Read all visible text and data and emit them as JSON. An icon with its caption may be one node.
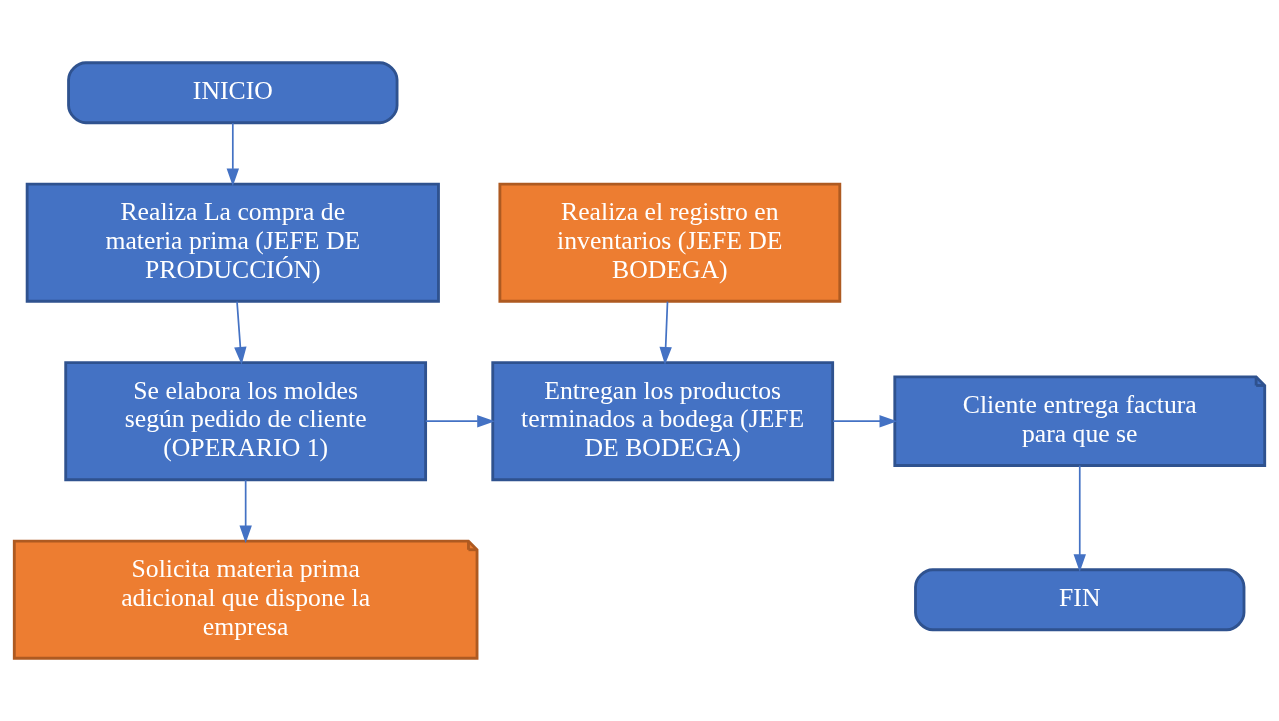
{
  "diagram": {
    "nodes": [
      {
        "text": [
          "INICIO"
        ]
      },
      {
        "text": [
          "Realiza La compra de materia prima (JEFE DE PRODUCCIÓN)"
        ]
      },
      {
        "text": [
          "Realiza el registro en inventarios (JEFE DE BODEGA)"
        ]
      },
      {
        "text": [
          "Se elabora los moldes según pedido de cliente (OPERARIO 1)"
        ]
      },
      {
        "text": [
          "Entregan los productos terminados a bodega (JEFE DE BODEGA)"
        ]
      },
      {
        "text": [
          "Cliente entrega factura para que se"
        ]
      },
      {
        "text": [
          "Solicita materia prima adicional que dispone la empresa"
        ]
      },
      {
        "text": [
          "FIN"
        ]
      }
    ],
    "edges": [
      {
        "from": 0,
        "to": 1,
        "arrow": "to"
      },
      {
        "from": 1,
        "to": 3,
        "arrow": "to"
      },
      {
        "from": 3,
        "to": 6,
        "arrow": "to"
      },
      {
        "from": 3,
        "to": 4,
        "arrow": "to"
      },
      {
        "from": 2,
        "to": 4,
        "arrow": "to"
      },
      {
        "from": 4,
        "to": 5,
        "arrow": "to"
      },
      {
        "from": 5,
        "to": 7,
        "arrow": "to"
      }
    ]
  }
}
